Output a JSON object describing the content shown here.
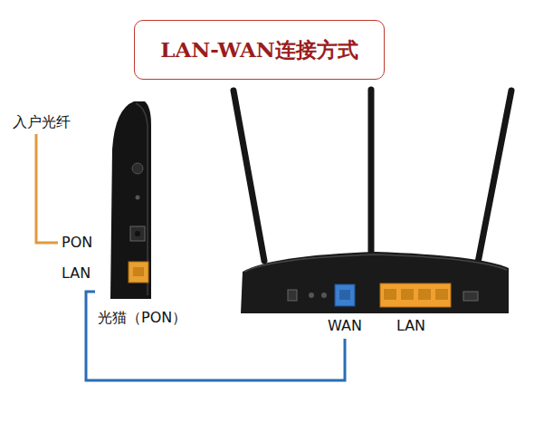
{
  "diagram": {
    "title": "LAN-WAN连接方式",
    "nodes": [
      {
        "text": [
          "光猫（PON）"
        ]
      },
      {
        "text": [
          "WAN",
          "LAN"
        ]
      }
    ],
    "edges": [
      {
        "from": 0,
        "to": 1,
        "arrow": "none"
      }
    ],
    "labels": [
      "入户光纤",
      "PON",
      "LAN"
    ]
  }
}
